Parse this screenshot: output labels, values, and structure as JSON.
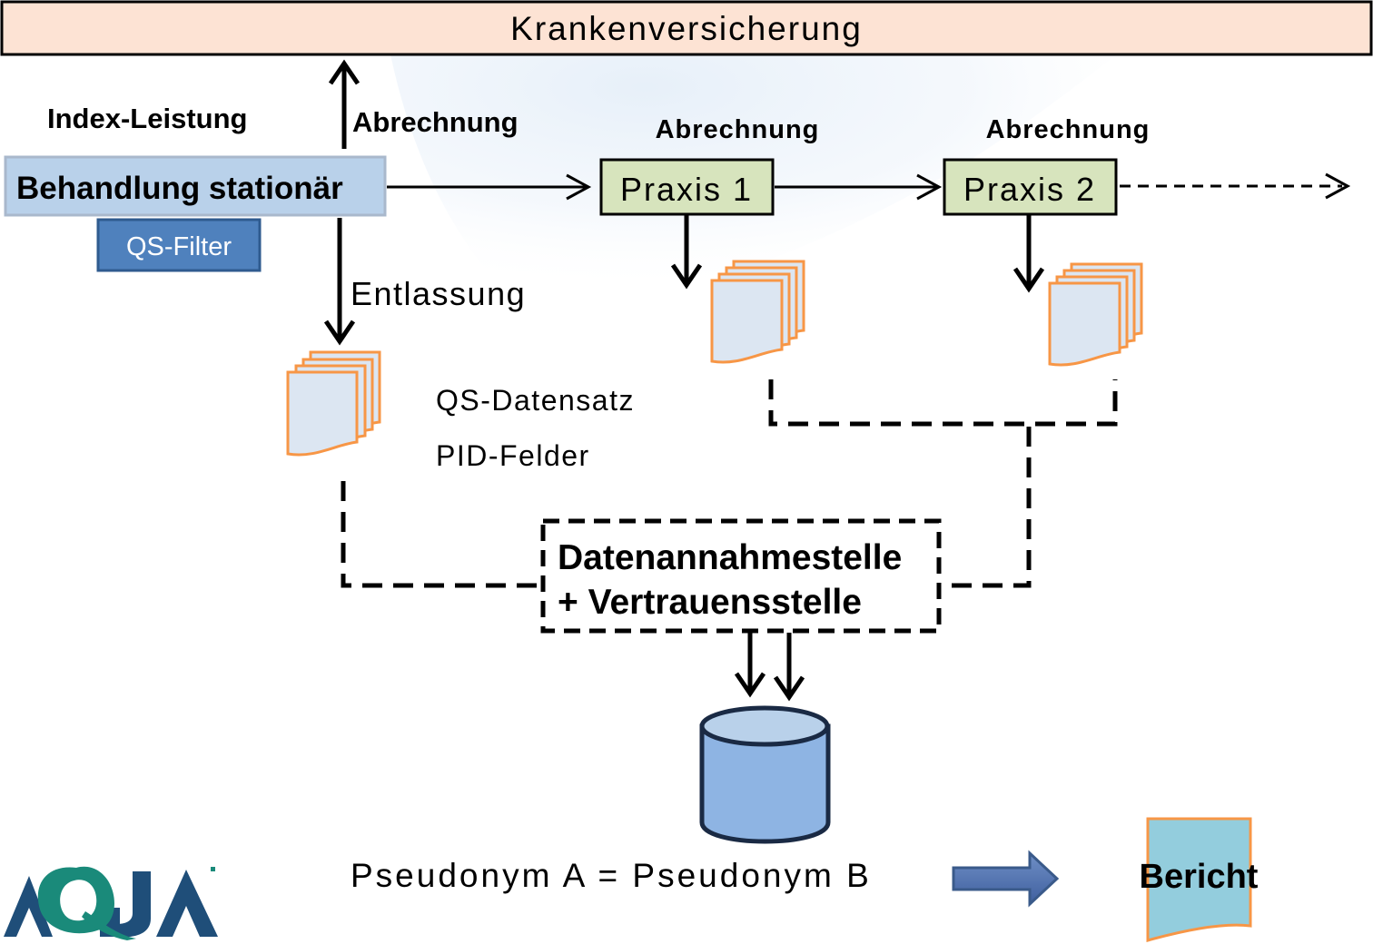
{
  "header": {
    "title": "Krankenversicherung"
  },
  "left": {
    "index_label": "Index-Leistung",
    "billing_label": "Abrechnung",
    "treatment_box": "Behandlung stationär",
    "filter_box": "QS-Filter",
    "discharge_label": "Entlassung"
  },
  "practice1": {
    "billing_label": "Abrechnung",
    "box": "Praxis 1"
  },
  "practice2": {
    "billing_label": "Abrechnung",
    "box": "Praxis 2"
  },
  "dataset": {
    "line1": "QS-Datensatz",
    "line2": "PID-Felder"
  },
  "center": {
    "line1": "Datenannahmestelle",
    "line2": "+ Vertrauensstelle"
  },
  "footer": {
    "pseudonym_text": "Pseudonym A = Pseudonym B",
    "report_label": "Bericht"
  },
  "colors": {
    "header_fill": "#fde3d4",
    "treatment_fill": "#b9d1ea",
    "filter_fill": "#4f81bd",
    "practice_fill": "#d7e4bd",
    "document_stroke": "#f79646",
    "document_fill": "#dce6f2",
    "database_fill": "#8eb4e3",
    "report_fill": "#93cddd",
    "logo_teal": "#1a8a7a",
    "logo_blue": "#1f4e79"
  }
}
